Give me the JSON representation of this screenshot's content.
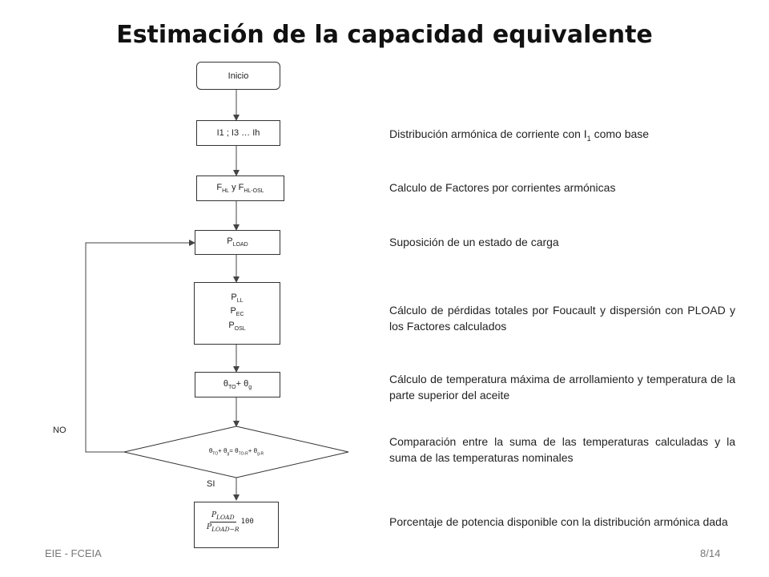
{
  "title": "Estimación de la capacidad equivalente",
  "flow": {
    "start": "Inicio",
    "currents": "I1 ; I3 … Ih",
    "factors": {
      "a": "F",
      "a_sub": "HL",
      "mid": " y F",
      "b_sub": "HL-OSL"
    },
    "pload": {
      "p": "P",
      "sub": "LOAD"
    },
    "losses": [
      {
        "p": "P",
        "sub": "LL"
      },
      {
        "p": "P",
        "sub": "EC"
      },
      {
        "p": "P",
        "sub": "OSL"
      }
    ],
    "temps": {
      "t1": "θ",
      "t1_sub": "TO",
      "plus": "+ θ",
      "t2_sub": "g"
    },
    "decision": {
      "a": "θ",
      "a_sub": "TO",
      "b": "+ θ",
      "b_sub": "g",
      "c": "= θ",
      "c_sub": "TO-R",
      "d": "+ θ",
      "d_sub": "g-R"
    },
    "no_label": "NO",
    "yes_label": "SI",
    "result": {
      "num": "P",
      "num_sub": "LOAD",
      "den": "P",
      "den_sub": "LOAD−R",
      "mult": "100"
    }
  },
  "descriptions": {
    "d1_main": "Distribución armónica de corriente con I",
    "d1_sub": "1",
    "d1_tail": " como base",
    "d2": "Calculo de Factores por corrientes armónicas",
    "d3": "Suposición de un estado de carga",
    "d4": "Cálculo de pérdidas totales por Foucault y dispersión con PLOAD y los Factores calculados",
    "d5": "Cálculo de temperatura máxima de arrollamiento y temperatura de la parte superior del aceite",
    "d6": "Comparación entre la suma de las temperaturas calculadas y la suma de las temperaturas nominales",
    "d7": "Porcentaje de potencia disponible con la distribución armónica dada"
  },
  "footer": {
    "left": "EIE - FCEIA",
    "right": "8/14"
  }
}
